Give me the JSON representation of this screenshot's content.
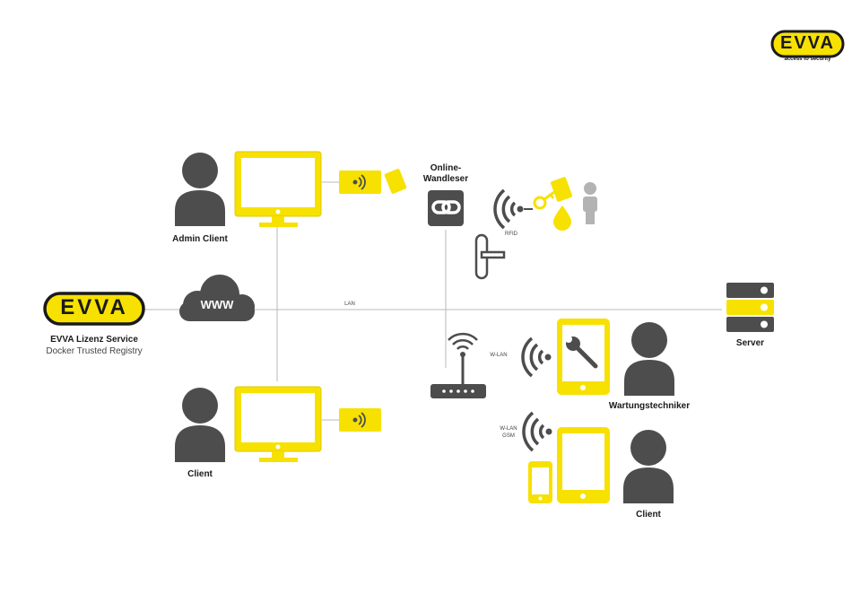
{
  "brand": {
    "logo_text": "EVVA",
    "tagline": "access to security"
  },
  "license_service": {
    "logo_text": "EVVA",
    "name": "EVVA Lizenz Service",
    "subtitle": "Docker Trusted Registry"
  },
  "cloud": {
    "label": "WWW"
  },
  "network": {
    "lan_label": "LAN"
  },
  "nodes": {
    "admin_client": "Admin Client",
    "client_desktop": "Client",
    "online_reader": {
      "line1": "Online-",
      "line2": "Wandleser"
    },
    "rfid": "RFID",
    "server": "Server",
    "router_wlan": "W-LAN",
    "technician": "Wartungstechniker",
    "mobile_wlan": "W-LAN",
    "mobile_gsm": "GSM",
    "client_mobile": "Client"
  },
  "colors": {
    "yellow": "#f7e100",
    "dark": "#4d4d4d",
    "grey": "#b3b3b3",
    "line": "#b8b8b8"
  },
  "icons": [
    "person-icon",
    "monitor-icon",
    "card-reader-icon",
    "rfid-card-icon",
    "link-icon",
    "wifi-icon",
    "key-icon",
    "tag-icon",
    "person-grey-icon",
    "door-handle-icon",
    "cloud-icon",
    "router-icon",
    "server-icon",
    "tablet-icon",
    "wrench-icon",
    "phone-icon"
  ]
}
